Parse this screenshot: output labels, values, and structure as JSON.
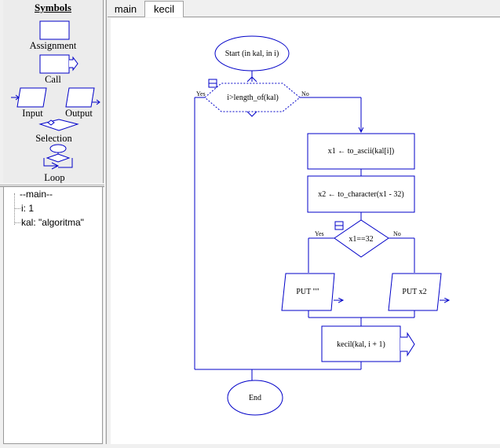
{
  "symbols_panel": {
    "title": "Symbols",
    "items": [
      {
        "label": "Assignment"
      },
      {
        "label": "Call"
      },
      {
        "label": "Input"
      },
      {
        "label": "Output"
      },
      {
        "label": "Selection"
      },
      {
        "label": "Loop"
      }
    ]
  },
  "variables_panel": {
    "lines": [
      "--main--",
      "i: 1",
      "kal: \"algoritma\""
    ]
  },
  "tabs": [
    {
      "label": "main",
      "active": false
    },
    {
      "label": "kecil",
      "active": true
    }
  ],
  "flowchart": {
    "start": "Start (in kal, in i)",
    "loop_condition": "i>length_of(kal)",
    "loop_yes": "Yes",
    "loop_no": "No",
    "assign1": "x1 ← to_ascii(kal[i])",
    "assign2": "x2 ← to_character(x1 - 32)",
    "selection": "x1==32",
    "sel_yes": "Yes",
    "sel_no": "No",
    "output_left": "PUT \"\"",
    "output_right": "PUT x2",
    "call": "kecil(kal, i + 1)",
    "end": "End"
  },
  "colors": {
    "flow_line": "#0000c8",
    "background": "#ffffff",
    "panel": "#f0f0f0"
  }
}
